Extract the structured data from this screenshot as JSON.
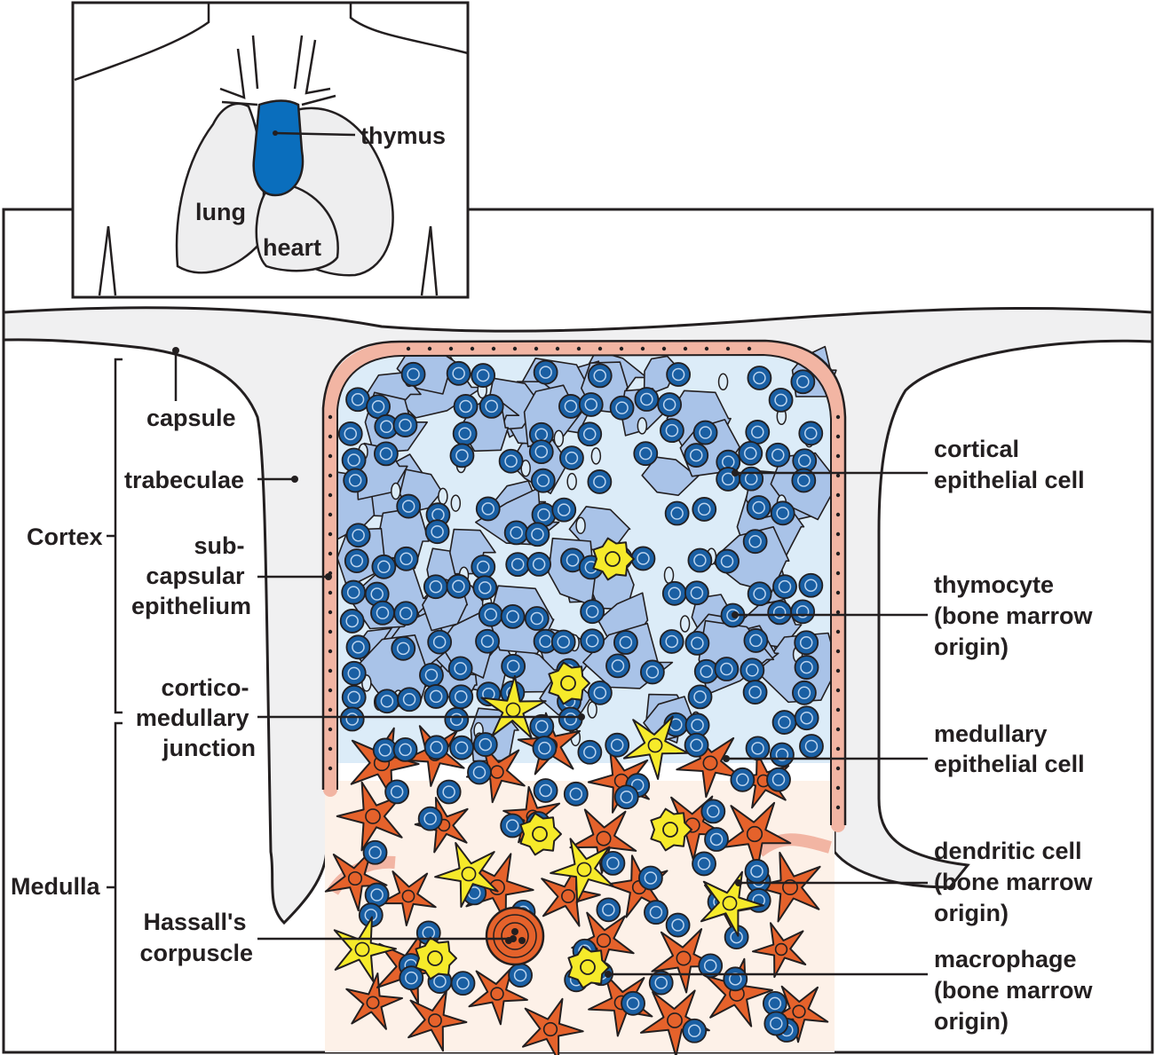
{
  "inset": {
    "thymus": "thymus",
    "lung": "lung",
    "heart": "heart"
  },
  "regions": {
    "cortex": "Cortex",
    "medulla": "Medulla"
  },
  "labels_left": {
    "capsule": "capsule",
    "trabeculae": "trabeculae",
    "subcapsular": [
      "sub-",
      "capsular",
      "epithelium"
    ],
    "corticomedullary": [
      "cortico-",
      "medullary",
      "junction"
    ],
    "hassall": [
      "Hassall's",
      "corpuscle"
    ]
  },
  "labels_right": {
    "cortical": [
      "cortical",
      "epithelial cell"
    ],
    "thymocyte": [
      "thymocyte",
      "(bone marrow",
      "origin)"
    ],
    "medullary": [
      "medullary",
      "epithelial cell"
    ],
    "dendritic": [
      "dendritic cell",
      "(bone marrow",
      "origin)"
    ],
    "macrophage": [
      "macrophage",
      "(bone marrow",
      "origin)"
    ]
  },
  "colors": {
    "thymus": "#0a6ebd",
    "thymocyte": "#1a5fa3",
    "cortex_fill": "#dcecf8",
    "cortical_epithelium": "#a9c3e8",
    "medullary_epithelium": "#e5622b",
    "dendritic_macrophage": "#f6ea2a",
    "capsule_cells": "#f2b5a3",
    "medulla_fill": "#fdf1e8",
    "capsule_gray": "#f0f0f1"
  }
}
